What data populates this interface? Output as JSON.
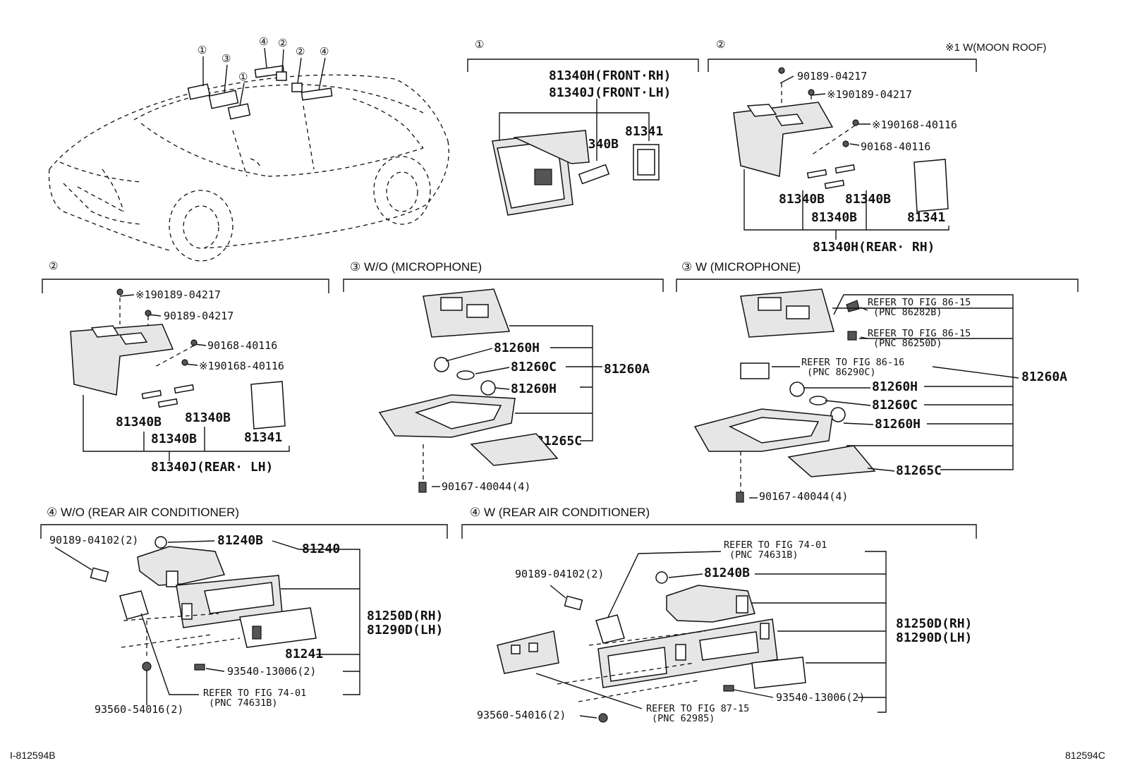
{
  "car": {
    "callouts": [
      "①",
      "③",
      "①",
      "④",
      "②",
      "②",
      "④"
    ]
  },
  "section_a1": {
    "header": "①",
    "labels": [
      "81340H(FRONT·RH)",
      "81340J(FRONT·LH)",
      "81341",
      "81340B"
    ]
  },
  "section_a2": {
    "header": "②",
    "note": "※1 W(MOON ROOF)",
    "labels": [
      "90189-04217",
      "※190189-04217",
      "※190168-40116",
      "90168-40116",
      "81340B",
      "81340B",
      "81340B",
      "81341",
      "81340H(REAR· RH)"
    ]
  },
  "section_b2": {
    "header": "②",
    "labels": [
      "※190189-04217",
      "90189-04217",
      "90168-40116",
      "※190168-40116",
      "81340B",
      "81340B",
      "81340B",
      "81341",
      "81340J(REAR· LH)"
    ]
  },
  "section_b3": {
    "header": "③ W/O (MICROPHONE)",
    "labels": [
      "81260H",
      "81260C",
      "81260H",
      "81260A",
      "81265C",
      "90167-40044(4)"
    ]
  },
  "section_b4": {
    "header": "③ W (MICROPHONE)",
    "labels": [
      "REFER TO FIG 86-15",
      "(PNC 86282B)",
      "REFER TO FIG 86-15",
      "(PNC 86250D)",
      "REFER TO FIG 86-16",
      "(PNC 86290C)",
      "81260H",
      "81260C",
      "81260H",
      "81260A",
      "81265C",
      "90167-40044(4)"
    ]
  },
  "section_c1": {
    "header": "④ W/O (REAR AIR CONDITIONER)",
    "labels": [
      "90189-04102(2)",
      "81240B",
      "81240",
      "81250D(RH)",
      "81290D(LH)",
      "81241",
      "93540-13006(2)",
      "REFER TO FIG 74-01",
      "(PNC 74631B)",
      "93560-54016(2)"
    ]
  },
  "section_c2": {
    "header": "④ W (REAR AIR CONDITIONER)",
    "labels": [
      "REFER TO FIG 74-01",
      "(PNC 74631B)",
      "90189-04102(2)",
      "81240B",
      "81250D(RH)",
      "81290D(LH)",
      "93540-13006(2)",
      "REFER TO FIG 87-15",
      "(PNC 62985)",
      "93560-54016(2)"
    ]
  },
  "footer": {
    "left": "I-812594B",
    "right": "812594C"
  }
}
